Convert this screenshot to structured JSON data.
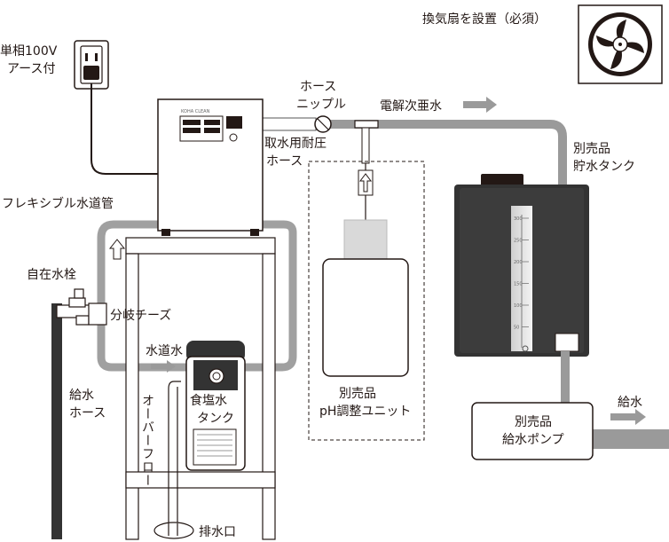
{
  "labels": {
    "fan": "換気扇を設置（必須）",
    "outlet_line1": "単相100V",
    "outlet_line2": "アース付",
    "hose_nipple_line1": "ホース",
    "hose_nipple_line2": "ニップル",
    "electrolyzed_water": "電解次亜水",
    "pressure_hose_line1": "取水用耐圧",
    "pressure_hose_line2": "ホース",
    "tank_line1": "別売品",
    "tank_line2": "貯水タンク",
    "flexible_pipe": "フレキシブル水道管",
    "faucet": "自在水栓",
    "branch_tee": "分岐チーズ",
    "tap_water": "水道水",
    "supply_hose_line1": "給水",
    "supply_hose_line2": "ホース",
    "overflow": "オーバーフロー",
    "brine_line1": "食塩水",
    "brine_line2": "タンク",
    "ph_unit_line1": "別売品",
    "ph_unit_line2": "pH調整ユニット",
    "pump_line1": "別売品",
    "pump_line2": "給水ポンプ",
    "supply": "給水",
    "drain": "排水口"
  },
  "tank_scale": [
    "300",
    "250",
    "200",
    "150",
    "100",
    "50"
  ],
  "device_brand": "KOHA CLEAN",
  "colors": {
    "pipe": "#9a9a9a",
    "dark_hose": "#3a3a3a",
    "tank_body": "#333333",
    "arrow": "#9a9a9a"
  }
}
